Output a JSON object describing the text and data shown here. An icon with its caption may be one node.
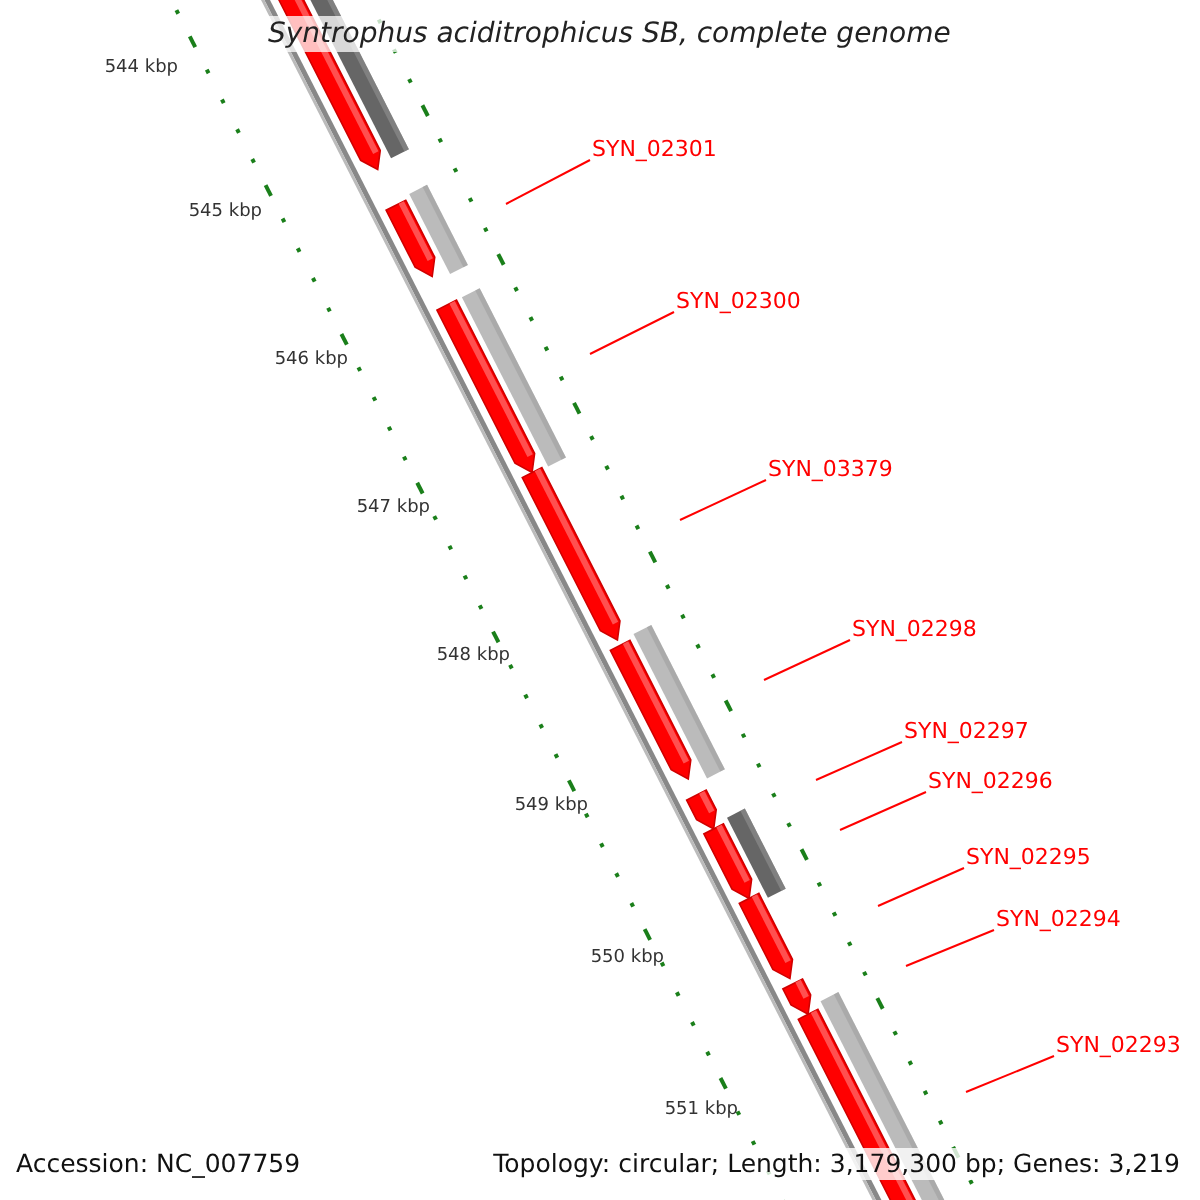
{
  "diagram": {
    "title": "Syntrophus aciditrophicus SB, complete genome",
    "nodes": [
      {
        "text": [
          "SYN_02301"
        ]
      },
      {
        "text": [
          "SYN_02300"
        ]
      },
      {
        "text": [
          "SYN_03379"
        ]
      },
      {
        "text": [
          "SYN_02298"
        ]
      },
      {
        "text": [
          "SYN_02297"
        ]
      },
      {
        "text": [
          "SYN_02296"
        ]
      },
      {
        "text": [
          "SYN_02295"
        ]
      },
      {
        "text": [
          "SYN_02294"
        ]
      },
      {
        "text": [
          "SYN_02293"
        ]
      }
    ],
    "edges": [
      {
        "from": 0,
        "to": null,
        "arrow": "none",
        "color": "#ff0000"
      },
      {
        "from": 1,
        "to": null,
        "arrow": "none",
        "color": "#ff0000"
      },
      {
        "from": 2,
        "to": null,
        "arrow": "none",
        "color": "#ff0000"
      },
      {
        "from": 3,
        "to": null,
        "arrow": "none",
        "color": "#ff0000"
      },
      {
        "from": 4,
        "to": null,
        "arrow": "none",
        "color": "#ff0000"
      },
      {
        "from": 5,
        "to": null,
        "arrow": "none",
        "color": "#ff0000"
      },
      {
        "from": 6,
        "to": null,
        "arrow": "none",
        "color": "#ff0000"
      },
      {
        "from": 7,
        "to": null,
        "arrow": "none",
        "color": "#ff0000"
      },
      {
        "from": 8,
        "to": null,
        "arrow": "none",
        "color": "#ff0000"
      }
    ],
    "labels": [
      "544 kbp",
      "545 kbp",
      "546 kbp",
      "547 kbp",
      "548 kbp",
      "549 kbp",
      "550 kbp",
      "551 kbp",
      "Accession: NC_007759",
      "Topology: circular; Length: 3,179,300 bp; Genes: 3,219"
    ]
  }
}
